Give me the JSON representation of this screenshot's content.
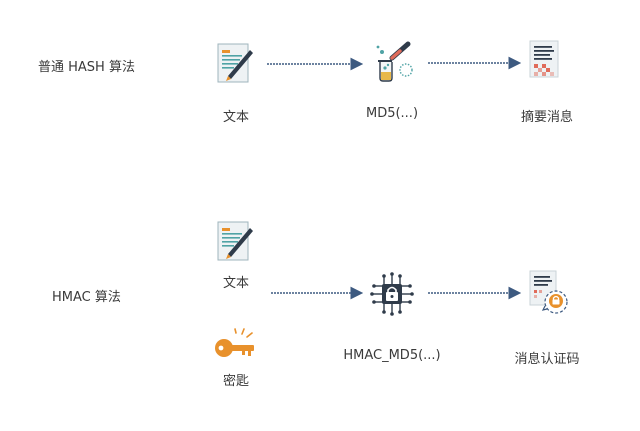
{
  "rows": {
    "hash": {
      "title": "普通 HASH 算法",
      "input_label": "文本",
      "function_label": "MD5(...)",
      "output_label": "摘要消息"
    },
    "hmac": {
      "title": "HMAC 算法",
      "input_label": "文本",
      "key_label": "密匙",
      "function_label": "HMAC_MD5(...)",
      "output_label": "消息认证码"
    }
  },
  "icons": {
    "document": "document-pen-icon",
    "lab": "lab-flask-icon",
    "digest": "hashed-document-icon",
    "key": "key-icon",
    "chip": "secure-chip-icon",
    "auth": "locked-document-icon"
  },
  "colors": {
    "arrow": "#3d5a80",
    "key": "#e8912c",
    "accent_red": "#e06b5a",
    "paper": "#eef2f4",
    "teal": "#4fa3a5",
    "dark": "#2f3b4a"
  }
}
